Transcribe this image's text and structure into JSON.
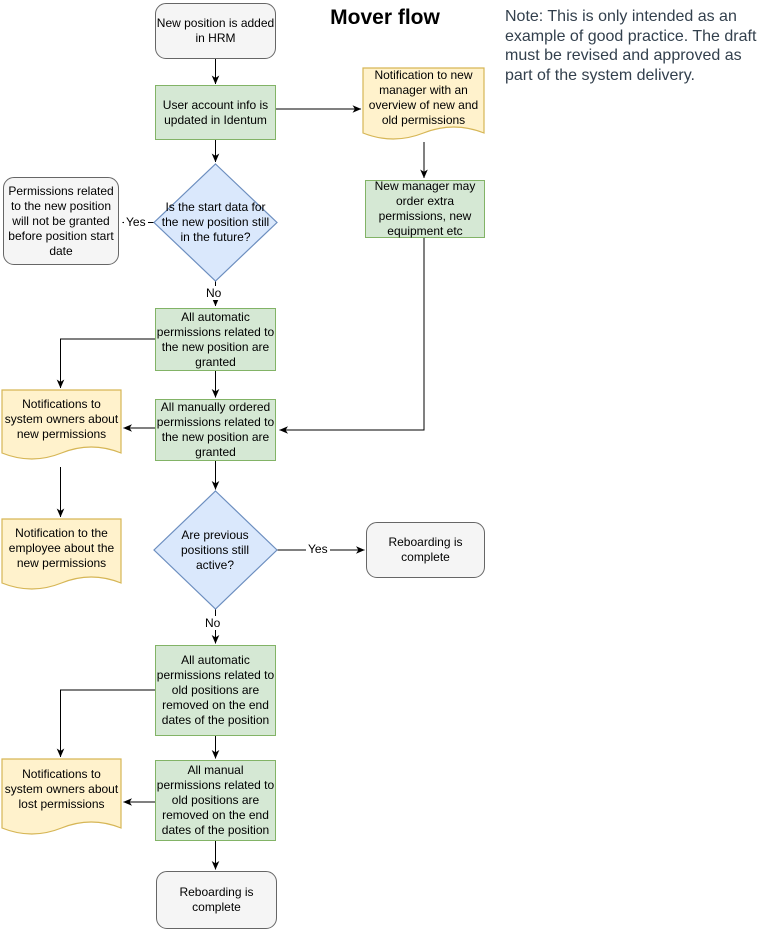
{
  "title": "Mover flow",
  "note": "Note: This is only intended as an example of good practice. The draft must be revised and approved as part of the system delivery.",
  "colors": {
    "process_fill": "#d5e8d4",
    "process_stroke": "#82b366",
    "document_fill": "#fff2cc",
    "document_stroke": "#d6b656",
    "decision_fill": "#dae8fc",
    "decision_stroke": "#6c8ebf",
    "terminator_fill": "#f5f5f5",
    "terminator_stroke": "#666666",
    "edge": "#000000",
    "note_text": "#33404d"
  },
  "nodes": {
    "start": {
      "label": "New position is added in HRM",
      "shape": "terminator"
    },
    "identum": {
      "label": "User account info is updated in Identum",
      "shape": "process"
    },
    "notify_new_manager": {
      "label": "Notification to new manager with an overview of new and old permissions",
      "shape": "document"
    },
    "manager_order": {
      "label": "New manager may order extra permissions, new equipment etc",
      "shape": "process"
    },
    "decision_start_date": {
      "label": "Is the start data for the new position still in the future?",
      "shape": "decision"
    },
    "no_grant_before_start": {
      "label": "Permissions related to the new position will not be granted before position start date",
      "shape": "terminator"
    },
    "auto_granted": {
      "label": "All automatic permissions related to the new position are granted",
      "shape": "process"
    },
    "notify_owners_new": {
      "label": "Notifications to system owners about new permissions",
      "shape": "document"
    },
    "manual_granted": {
      "label": "All manually ordered permissions related to the new position are granted",
      "shape": "process"
    },
    "notify_employee": {
      "label": "Notification to the employee about the new permissions",
      "shape": "document"
    },
    "decision_prev_active": {
      "label": "Are previous positions still active?",
      "shape": "decision"
    },
    "reboarding_complete_right": {
      "label": "Reboarding is complete",
      "shape": "terminator"
    },
    "auto_removed": {
      "label": "All automatic permissions related to old positions are removed on the end dates of the position",
      "shape": "process"
    },
    "notify_owners_lost": {
      "label": "Notifications to system owners about lost permissions",
      "shape": "document"
    },
    "manual_removed": {
      "label": "All manual permissions related to old positions are removed on the end dates of the position",
      "shape": "process"
    },
    "reboarding_complete_bottom": {
      "label": "Reboarding is complete",
      "shape": "terminator"
    }
  },
  "edges": [
    {
      "from": "start",
      "to": "identum"
    },
    {
      "from": "identum",
      "to": "decision_start_date"
    },
    {
      "from": "identum",
      "to": "notify_new_manager"
    },
    {
      "from": "notify_new_manager",
      "to": "manager_order"
    },
    {
      "from": "manager_order",
      "to": "manual_granted"
    },
    {
      "from": "decision_start_date",
      "to": "no_grant_before_start",
      "label": "Yes"
    },
    {
      "from": "decision_start_date",
      "to": "auto_granted",
      "label": "No"
    },
    {
      "from": "auto_granted",
      "to": "notify_owners_new"
    },
    {
      "from": "auto_granted",
      "to": "manual_granted"
    },
    {
      "from": "manual_granted",
      "to": "notify_owners_new"
    },
    {
      "from": "notify_owners_new",
      "to": "notify_employee"
    },
    {
      "from": "manual_granted",
      "to": "decision_prev_active"
    },
    {
      "from": "decision_prev_active",
      "to": "reboarding_complete_right",
      "label": "Yes"
    },
    {
      "from": "decision_prev_active",
      "to": "auto_removed",
      "label": "No"
    },
    {
      "from": "auto_removed",
      "to": "notify_owners_lost"
    },
    {
      "from": "auto_removed",
      "to": "manual_removed"
    },
    {
      "from": "manual_removed",
      "to": "notify_owners_lost"
    },
    {
      "from": "manual_removed",
      "to": "reboarding_complete_bottom"
    }
  ]
}
